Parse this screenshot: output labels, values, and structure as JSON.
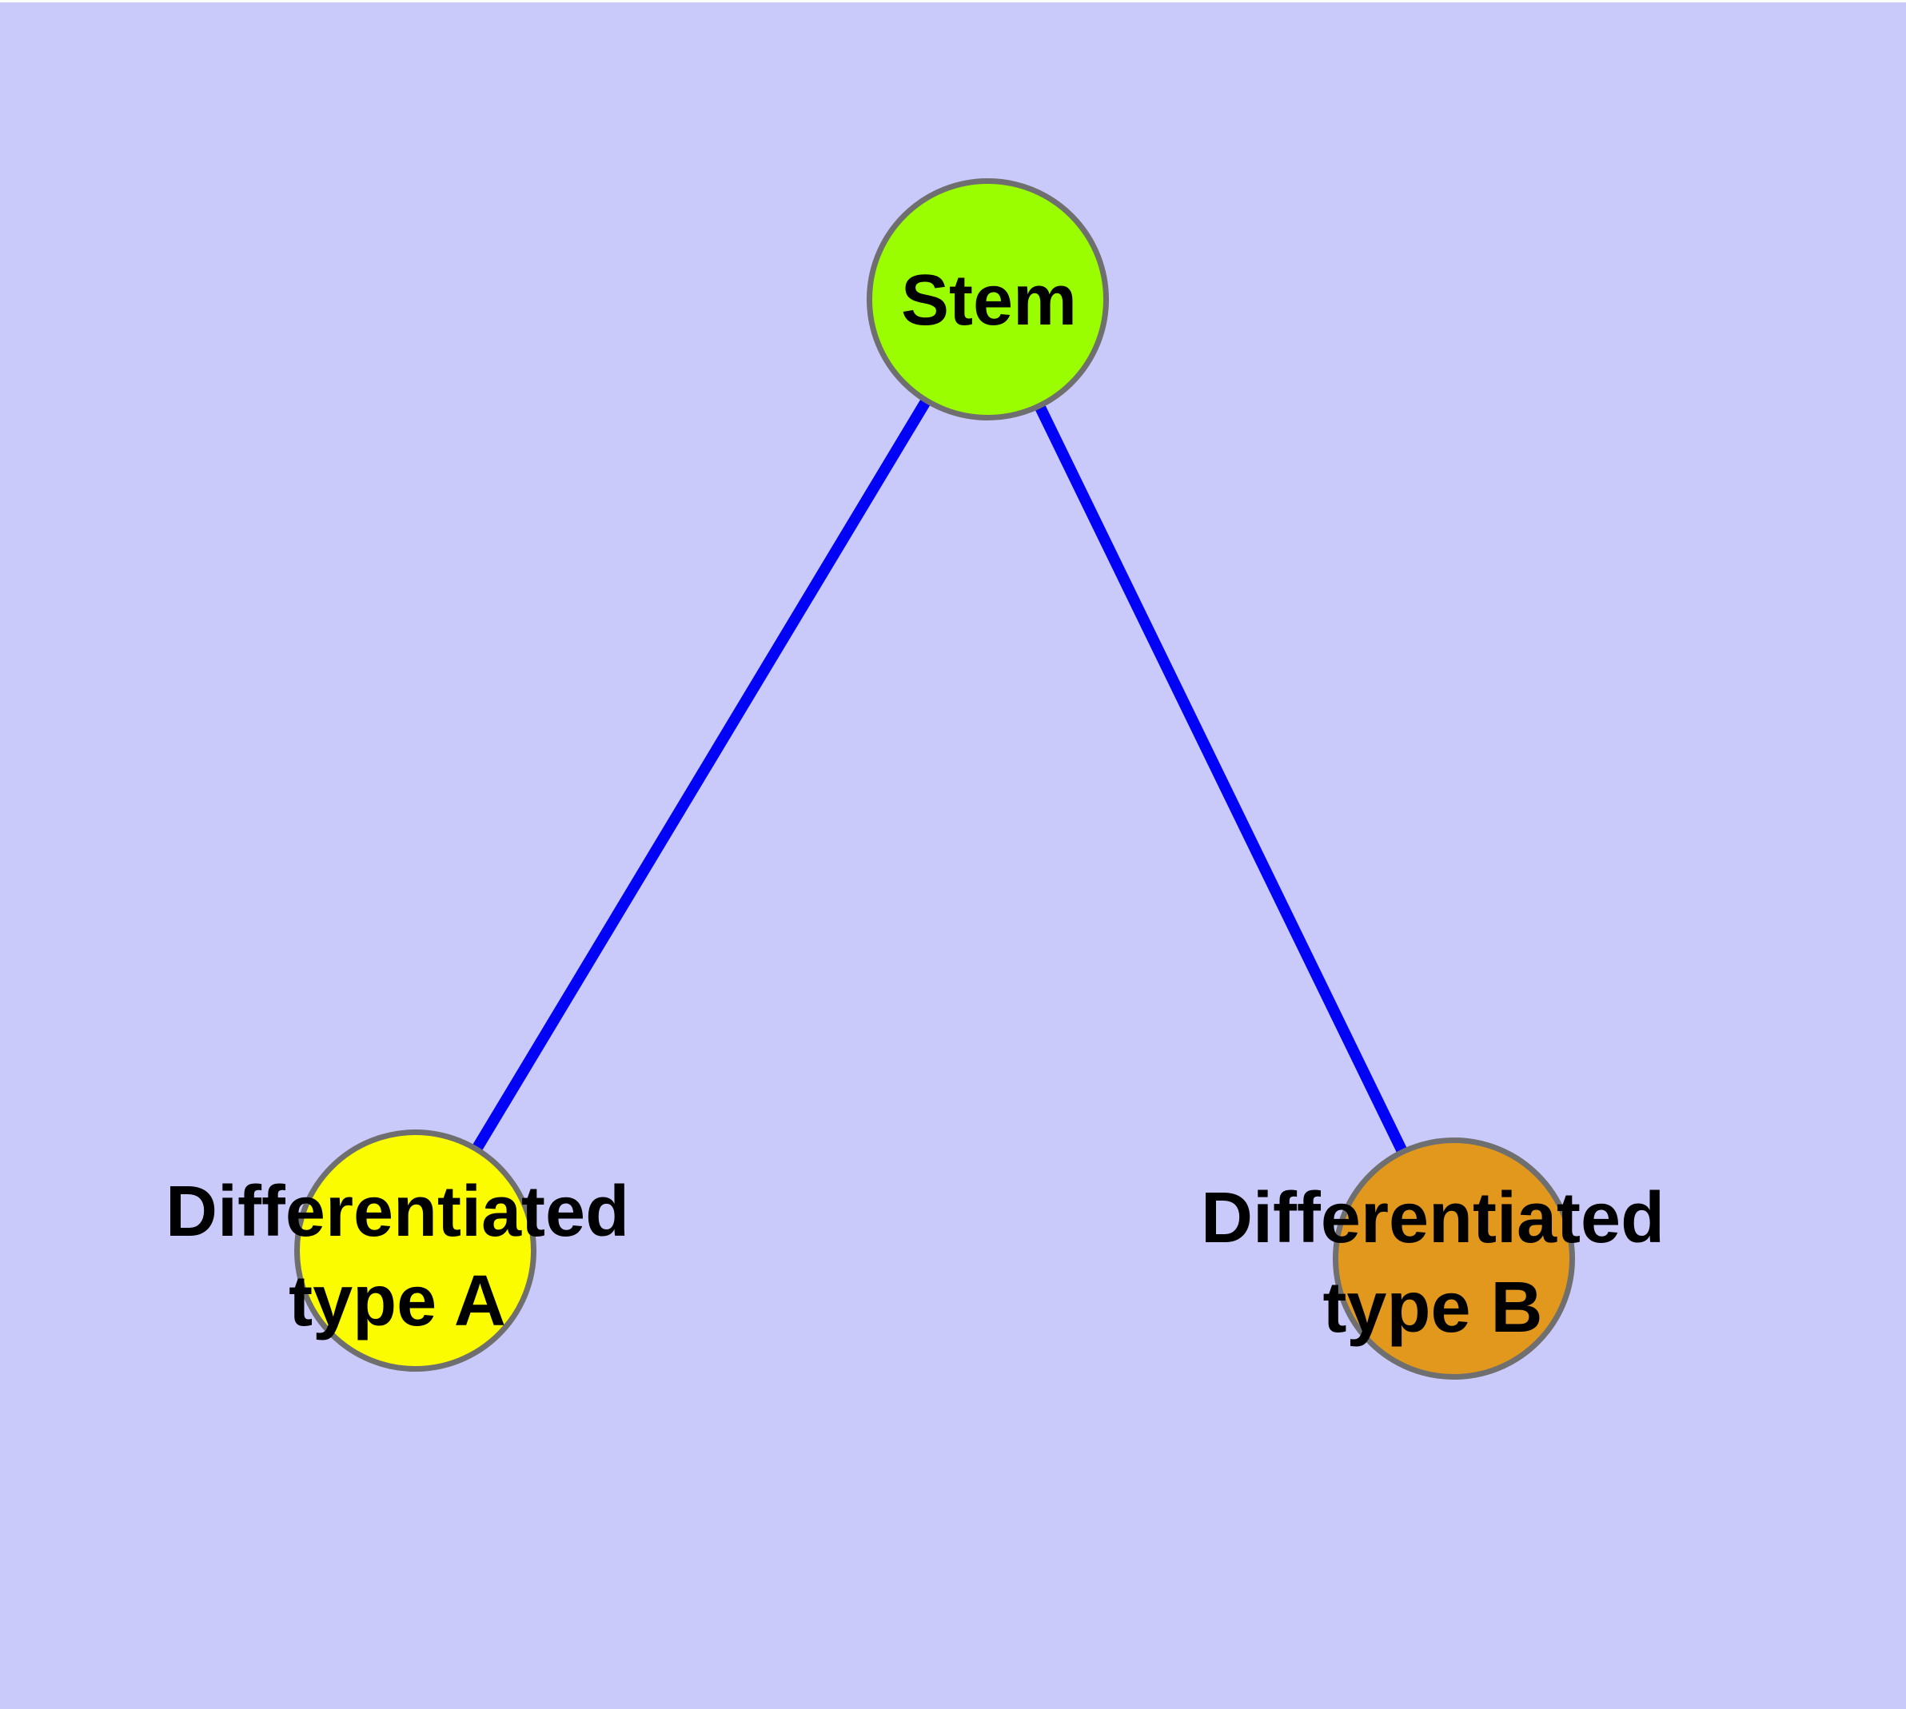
{
  "canvas": {
    "background": "#CACAFA",
    "top_border_color": "#FDFDFD"
  },
  "nodes": [
    {
      "id": "stem",
      "label": "Stem",
      "lines": [
        "Stem"
      ],
      "fill": "#9AFE00",
      "border": "#6F6F6F",
      "text_color": "#000000"
    },
    {
      "id": "differentiated-type-a",
      "label": "Differentiated type A",
      "lines": [
        "Differentiated",
        "type A"
      ],
      "fill": "#FCFC00",
      "border": "#6F6F6F",
      "text_color": "#000000"
    },
    {
      "id": "differentiated-type-b",
      "label": "Differentiated type B",
      "lines": [
        "Differentiated",
        "type B"
      ],
      "fill": "#E2981D",
      "border": "#6F6F6F",
      "text_color": "#000000"
    }
  ],
  "edges": [
    {
      "from": "stem",
      "to": "differentiated-type-a",
      "color": "#0202F6"
    },
    {
      "from": "stem",
      "to": "differentiated-type-b",
      "color": "#0202F6"
    }
  ]
}
